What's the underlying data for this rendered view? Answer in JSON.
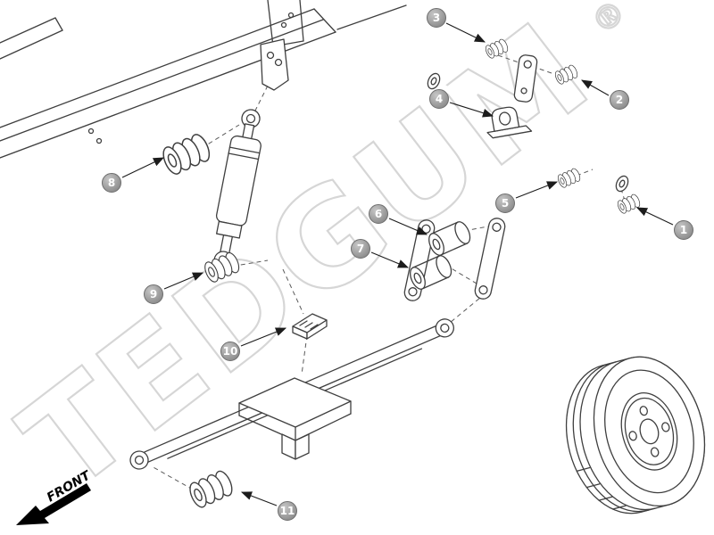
{
  "diagram": {
    "brand_watermark": {
      "text": "TEDGUM",
      "registered_mark": "®"
    },
    "front_indicator": {
      "label": "FRONT"
    },
    "callouts": [
      {
        "number": "1"
      },
      {
        "number": "2"
      },
      {
        "number": "3"
      },
      {
        "number": "4"
      },
      {
        "number": "5"
      },
      {
        "number": "6"
      },
      {
        "number": "7"
      },
      {
        "number": "8"
      },
      {
        "number": "9"
      },
      {
        "number": "10"
      },
      {
        "number": "11"
      }
    ],
    "colors": {
      "background": "#ffffff",
      "line_art": "#3f3f3f",
      "watermark": "#d6d6d6",
      "callout_fill": "#9c9c9c",
      "callout_text": "#ffffff",
      "front_arrow": "#000000"
    }
  }
}
